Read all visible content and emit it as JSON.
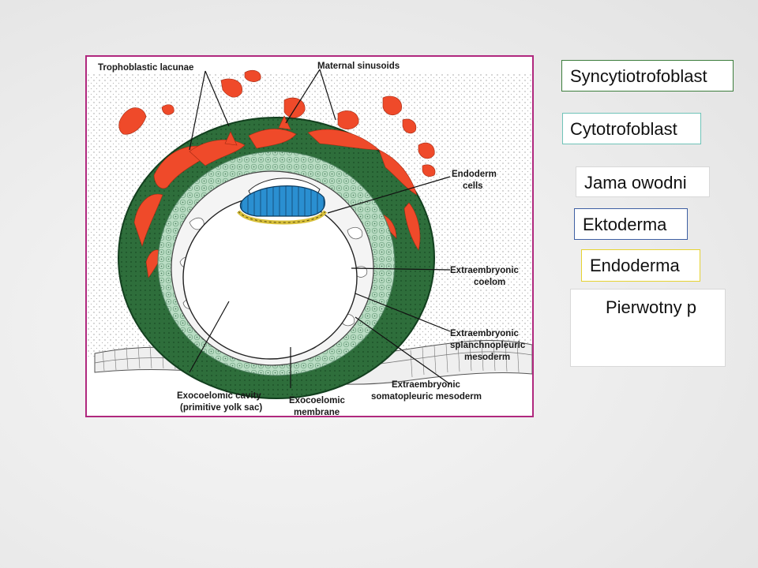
{
  "figure": {
    "labels": {
      "trophoblastic_lacunae": "Trophoblastic lacunae",
      "maternal_sinusoids": "Maternal sinusoids",
      "endoderm_cells_1": "Endoderm",
      "endoderm_cells_2": "cells",
      "extraembryonic_coelom_1": "Extraembryonic",
      "extraembryonic_coelom_2": "coelom",
      "splanchnopleuric_1": "Extraembryonic",
      "splanchnopleuric_2": "splanchnopleuric",
      "splanchnopleuric_3": "mesoderm",
      "somatopleuric_1": "Extraembryonic",
      "somatopleuric_2": "somatopleuric mesoderm",
      "exocoelomic_cavity_1": "Exocoelomic cavity",
      "exocoelomic_cavity_2": "(primitive yolk sac)",
      "exocoelomic_membrane_1": "Exocoelomic",
      "exocoelomic_membrane_2": "membrane"
    },
    "colors": {
      "frame": "#b0287e",
      "syncytiotrophoblast": "#2e6e3b",
      "cytotrophoblast": "#b9dcc3",
      "lacunae": "#ef4a2a",
      "epiblast": "#2a8fd1",
      "hypoblast": "#d8c03a"
    }
  },
  "terms": {
    "syncytiotrofoblast": "Syncytiotrofoblast",
    "cytotrofoblast": "Cytotrofoblast",
    "jama_owodni": "Jama owodni",
    "ektoderma": "Ektoderma",
    "endoderma": "Endoderma",
    "pierwotny": "Pierwotny p"
  }
}
